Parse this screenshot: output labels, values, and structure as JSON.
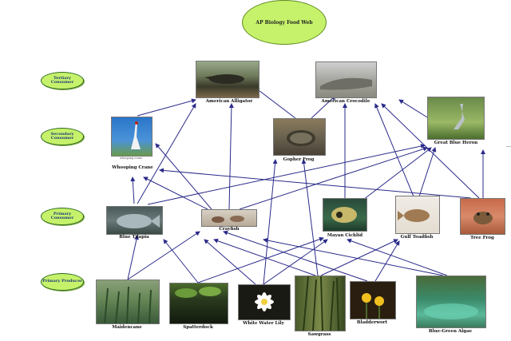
{
  "diagram": {
    "title": "AP Biology Food Web",
    "levels": {
      "tertiary": "Tertiary Consumer",
      "secondary": "Secondary Consumer",
      "primary_consumer": "Primary Consumer",
      "primary_producer": "Primary Producer"
    },
    "nodes": {
      "american_alligator": "American Alligator",
      "american_crocodile": "American Crocodile",
      "great_blue_heron": "Great Blue Heron",
      "whooping_crane": "Whooping Crane",
      "gopher_frog": "Gopher Frog",
      "blue_tilapia": "Blue Tilapia",
      "crayfish": "Crayfish",
      "mayan_cichlid": "Mayan Cichlid",
      "gulf_toadfish": "Gulf Toadfish",
      "tree_frog": "Tree Frog",
      "maidencane": "Maidencane",
      "spatterdock": "Spatterdock",
      "white_water_lily": "White Water Lily",
      "sawgrass": "Sawgrass",
      "bladderwort": "Bladderwort",
      "blue_green_algae": "Blue-Green Algae"
    },
    "photo_caption": "whooping crane"
  }
}
